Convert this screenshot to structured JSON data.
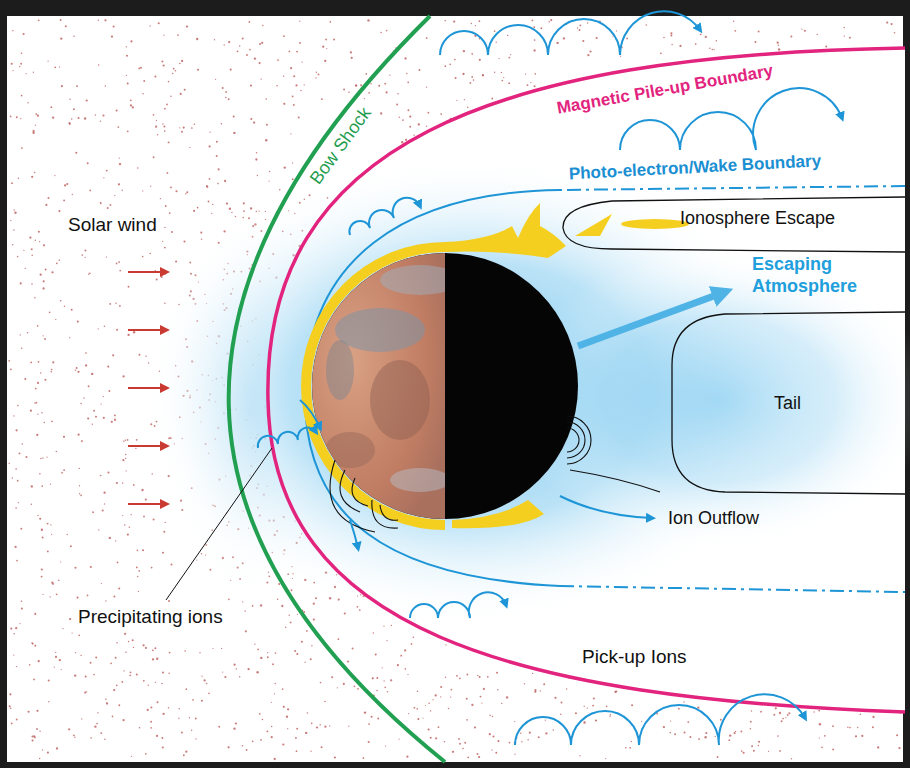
{
  "diagram": {
    "labels": [
      "Solar wind",
      "Bow Shock",
      "Magnetic Pile-up Boundary",
      "Photo-electron/Wake Boundary",
      "Ionosphere Escape",
      "Escaping Atmosphere",
      "Tail",
      "Ion Outflow",
      "Precipitating ions",
      "Pick-up Ions"
    ]
  }
}
